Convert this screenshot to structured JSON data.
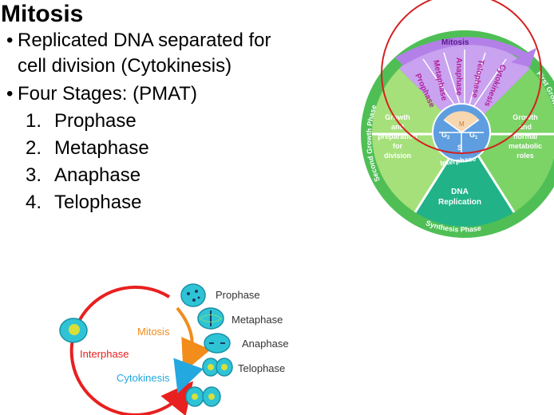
{
  "slide": {
    "title": "Mitosis",
    "bullets": [
      {
        "line1": "Replicated DNA separated for",
        "line2": "cell division (Cytokinesis)"
      },
      {
        "line1": "Four Stages: (PMAT)"
      }
    ],
    "stages": [
      {
        "num": "1.",
        "label": "Prophase"
      },
      {
        "num": "2.",
        "label": "Metaphase"
      },
      {
        "num": "3.",
        "label": "Anaphase"
      },
      {
        "num": "4.",
        "label": "Telophase"
      }
    ]
  },
  "cycle_wheel": {
    "mitosis": "Mitosis",
    "phases": [
      "Prophase",
      "Metaphase",
      "Anaphase",
      "Telophase",
      "Cytokinesis"
    ],
    "left_text": [
      "Growth",
      "and",
      "preparation",
      "for",
      "division"
    ],
    "right_text": [
      "Growth",
      "and",
      "normal",
      "metabolic",
      "roles"
    ],
    "dna_text": [
      "DNA",
      "Replication"
    ],
    "second_growth": "Second Growth Phase",
    "first_growth": "First Growth Phase",
    "synthesis": "Synthesis Phase",
    "interphase": "Interphase",
    "g2": "G",
    "g2_sub": "2",
    "g1": "G",
    "g1_sub": "1",
    "s": "S",
    "m": "M",
    "colors": {
      "mitosis": "#c9a2f0",
      "left": "#a6e07a",
      "right": "#7cd366",
      "dna": "#21b287",
      "center": "#5e9ee0"
    }
  },
  "small_cycle": {
    "interphase": "Interphase",
    "mitosis": "Mitosis",
    "cytokinesis": "Cytokinesis",
    "stages": [
      "Prophase",
      "Metaphase",
      "Anaphase",
      "Telophase"
    ],
    "colors": {
      "interphase": "#e8201f",
      "mitosis": "#f28c1b",
      "cytokinesis": "#23a8e0"
    }
  }
}
